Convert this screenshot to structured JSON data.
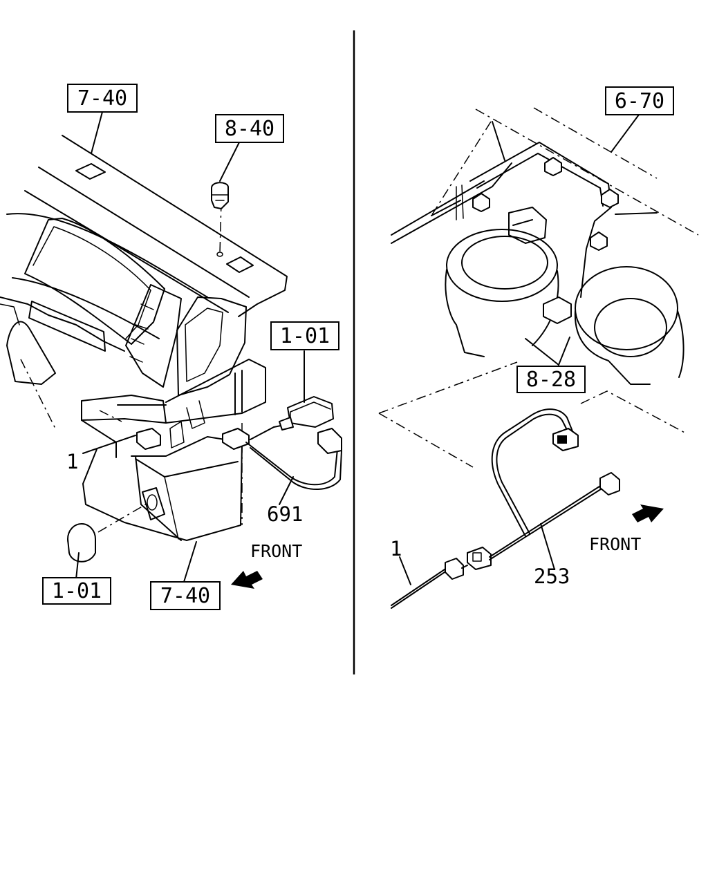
{
  "left_view": {
    "ref_boxes": [
      "7-40",
      "8-40",
      "1-01",
      "1-01",
      "7-40"
    ],
    "part_numbers": [
      "1",
      "691"
    ],
    "direction_label": "FRONT"
  },
  "right_view": {
    "ref_boxes": [
      "6-70",
      "8-28"
    ],
    "part_numbers": [
      "1",
      "253"
    ],
    "direction_label": "FRONT"
  }
}
